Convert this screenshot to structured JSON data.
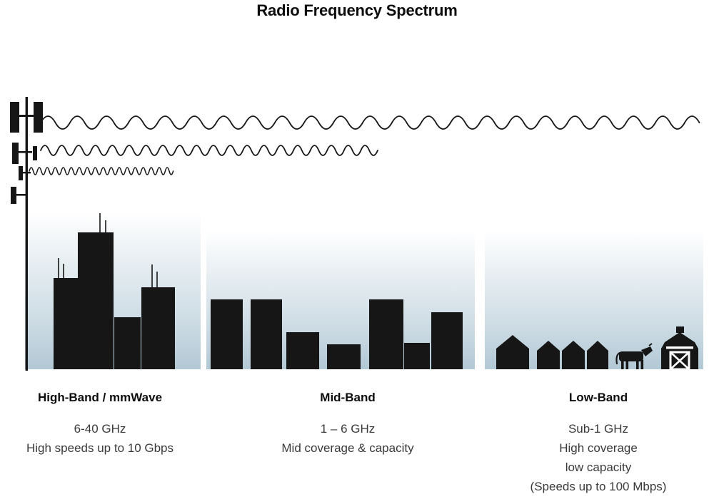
{
  "title": "Radio Frequency Spectrum",
  "bands": [
    {
      "heading": "High-Band / mmWave",
      "lines": [
        "6-40 GHz",
        "High speeds up to 10 Gbps"
      ]
    },
    {
      "heading": "Mid-Band",
      "lines": [
        "1 – 6 GHz",
        "Mid coverage & capacity"
      ]
    },
    {
      "heading": "Low-Band",
      "lines": [
        "Sub-1 GHz",
        "High coverage",
        "low capacity",
        "(Speeds up to 100 Mbps)"
      ]
    }
  ],
  "illustration": {
    "tower": "cell-tower",
    "waves": [
      {
        "name": "long-wavelength-wave",
        "reach": "full-width",
        "band": "Low-Band"
      },
      {
        "name": "medium-wavelength-wave",
        "reach": "half-width",
        "band": "Mid-Band"
      },
      {
        "name": "short-wavelength-wave",
        "reach": "short",
        "band": "High-Band"
      }
    ],
    "scenes": [
      "city-skyline",
      "midrise-buildings",
      "farm-with-houses-cow-and-barn"
    ]
  },
  "colors": {
    "silhouette": "#161616",
    "sky_bottom": "#b2c8d5",
    "text": "#3a3a3a",
    "heading": "#0d0d0d"
  }
}
